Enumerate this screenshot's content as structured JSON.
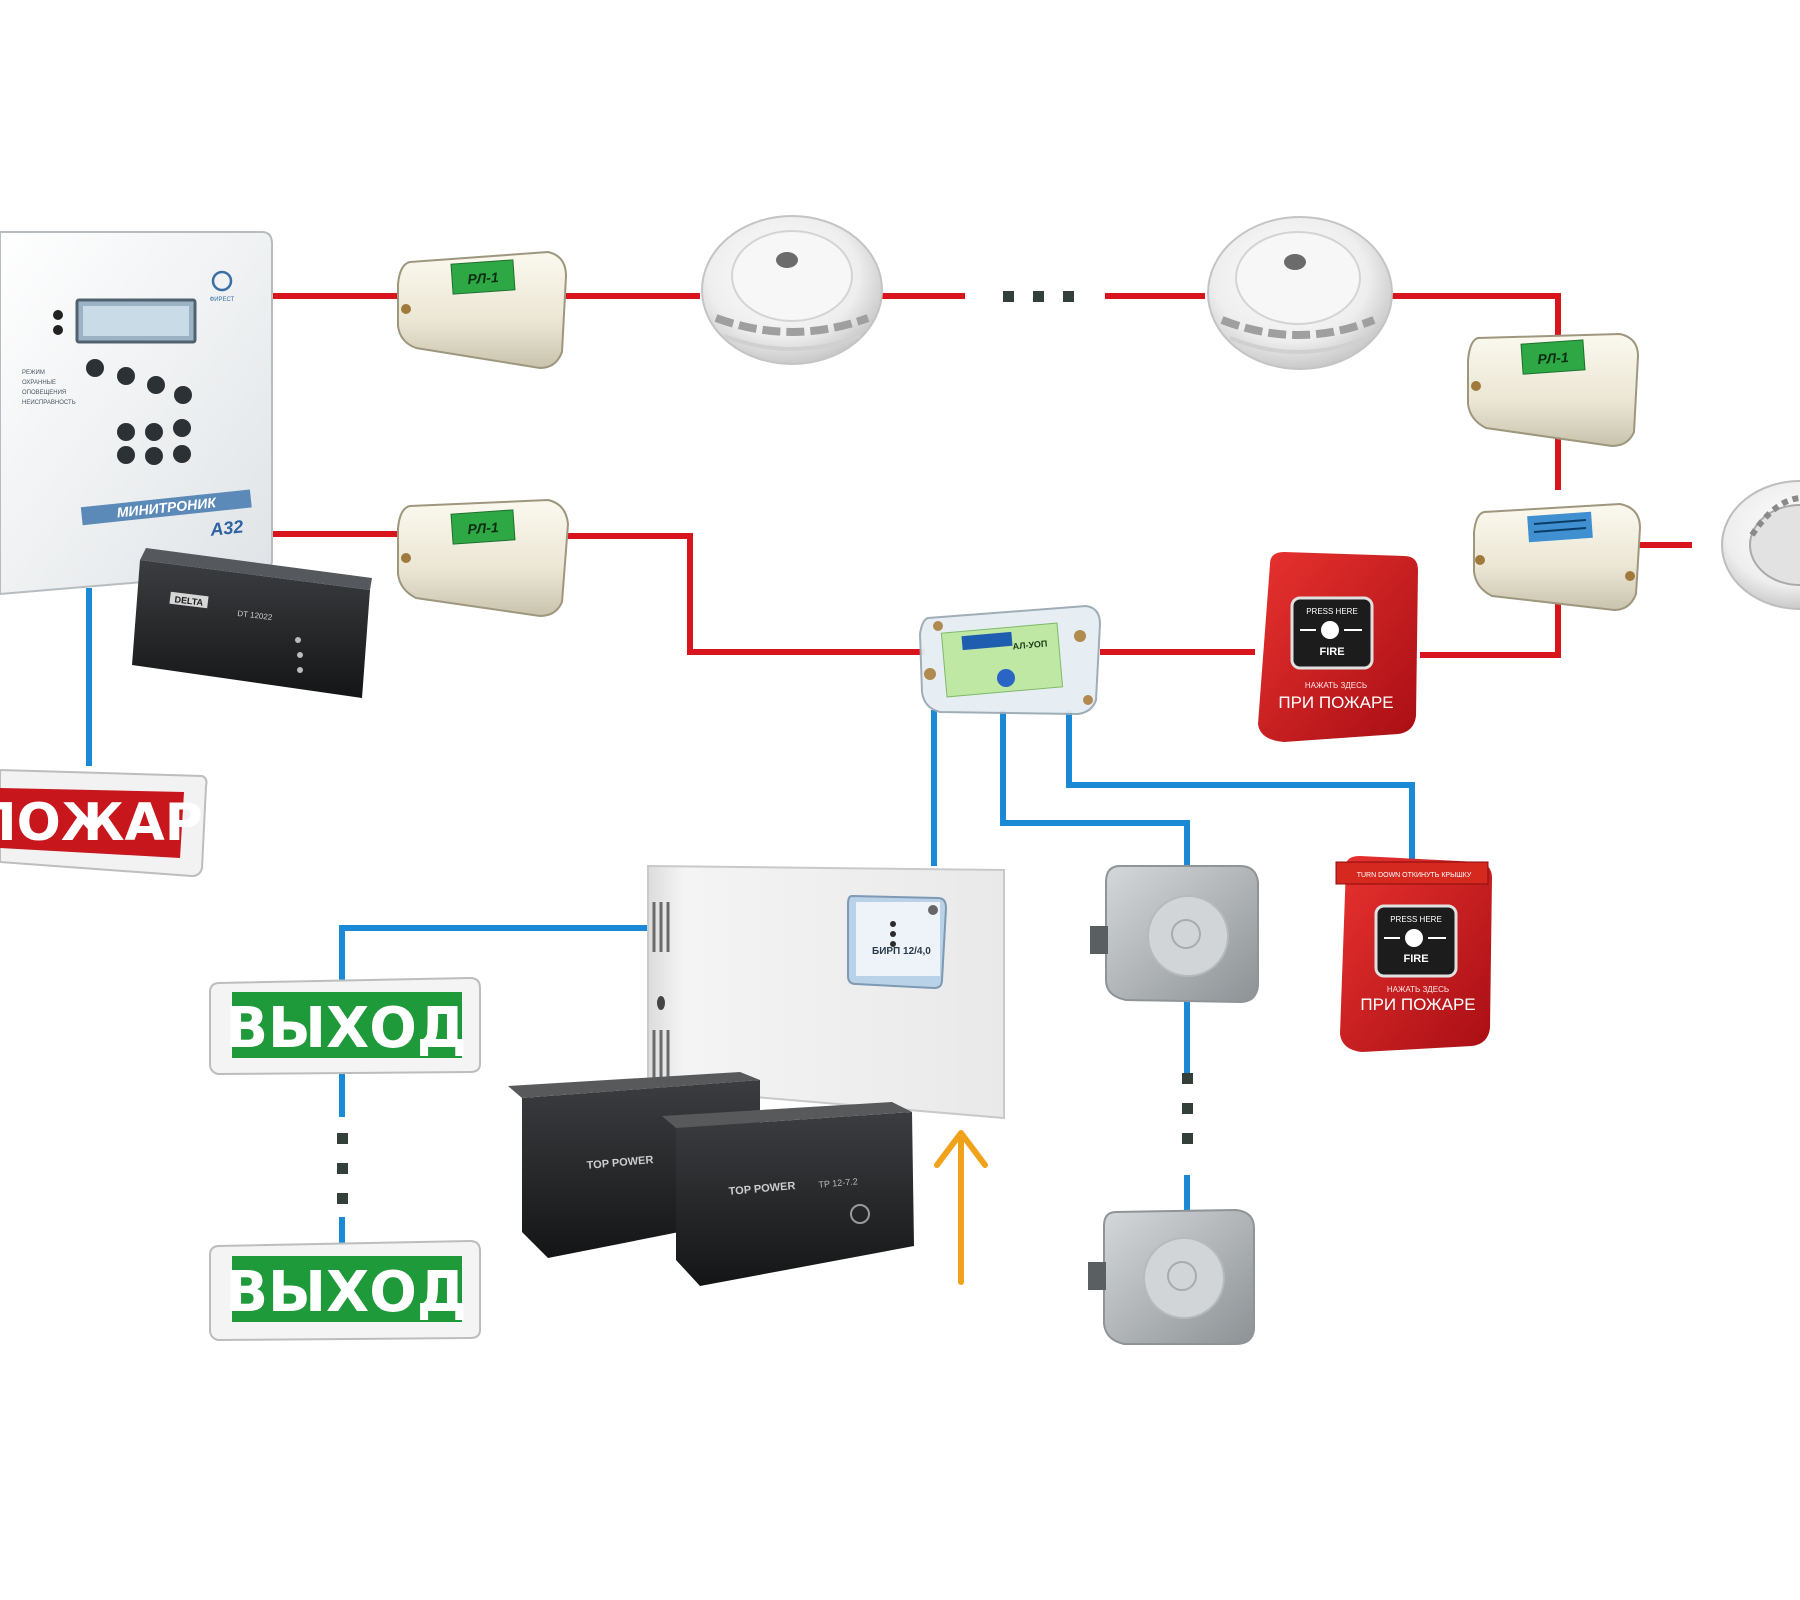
{
  "colors": {
    "alarm_loop": "#d8151c",
    "control_line": "#1a8ad6",
    "power_input": "#f0a21a",
    "dots": "#33403a",
    "exit_green": "#1f9a3a",
    "fire_red": "#c8161d"
  },
  "panel": {
    "brand": "МИНИТРОНИК",
    "model": "А32",
    "small_logo": "ФИРЕСТ",
    "legend_lines": [
      "РЕЖИМ",
      "ОХРАННЫЕ",
      "ОПОВЕЩЕНИЯ",
      "НЕИСПРАВНОСТЬ"
    ]
  },
  "panel_battery": {
    "brand": "DELTA",
    "model": "DT 12022"
  },
  "relay_label": "РЛ-1",
  "junction_label": "АЛ-УОП",
  "callpoint": {
    "top_text": "PRESS HERE",
    "fire_text": "FIRE",
    "small_text": "НАЖАТЬ ЗДЕСЬ",
    "main_text": "ПРИ ПОЖАРЕ",
    "lift_text": "TURN DOWN ОТКИНУТЬ КРЫШКУ"
  },
  "fire_sign": "ПОЖАР",
  "exit_sign": "ВЫХОД",
  "psu": {
    "module_title": "БИРП 12/4,0"
  },
  "psu_battery": {
    "brand": "TOP POWER",
    "model": "TP 12-7.2"
  },
  "icons": [
    "control-panel-icon",
    "smoke-detector-icon",
    "relay-module-icon",
    "junction-box-icon",
    "manual-call-point-icon",
    "siren-icon",
    "power-supply-icon",
    "battery-icon",
    "exit-sign-icon",
    "fire-sign-icon"
  ]
}
